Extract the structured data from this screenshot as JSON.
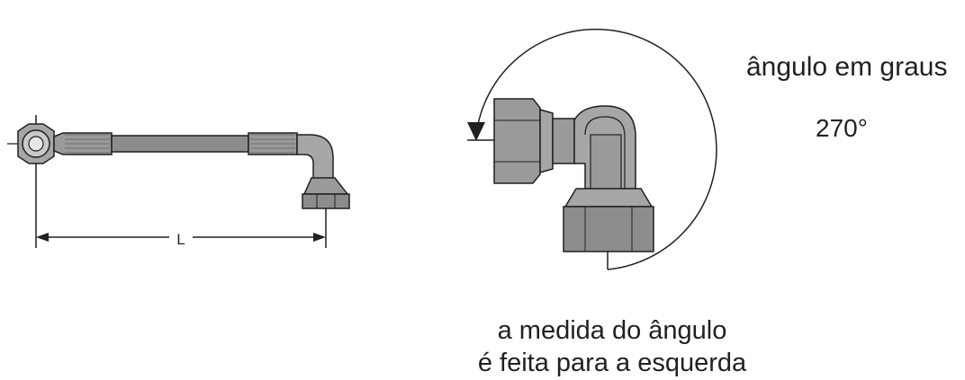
{
  "dimension_label": "L",
  "angle_heading": "ângulo em graus",
  "angle_value": "270°",
  "note": {
    "line1": "a medida do ângulo",
    "line2": "é feita para a esquerda"
  }
}
